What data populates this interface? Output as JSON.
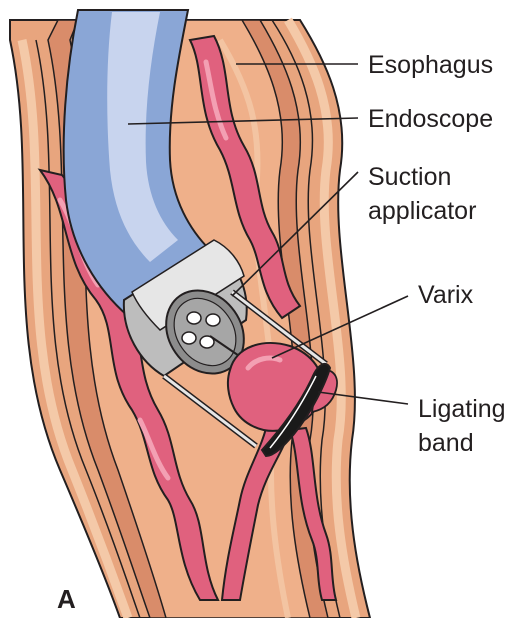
{
  "figure": {
    "panel_letter": "A",
    "labels": {
      "esophagus": "Esophagus",
      "endoscope": "Endoscope",
      "suction_line1": "Suction",
      "suction_line2": "applicator",
      "varix": "Varix",
      "band_line1": "Ligating",
      "band_line2": "band"
    }
  },
  "colors": {
    "wall_outer": "#d98c6a",
    "wall_mid": "#e8a57e",
    "wall_light": "#f4c9a8",
    "lumen": "#efb08a",
    "vein": "#e0617e",
    "vein_light": "#f3a0b3",
    "vein_outline": "#231f20",
    "endoscope_dark": "#8aa6d6",
    "endoscope_light": "#c8d4ee",
    "metal_dark": "#8c8c8c",
    "metal_light": "#e6e6e6",
    "band": "#1a1a1a"
  }
}
